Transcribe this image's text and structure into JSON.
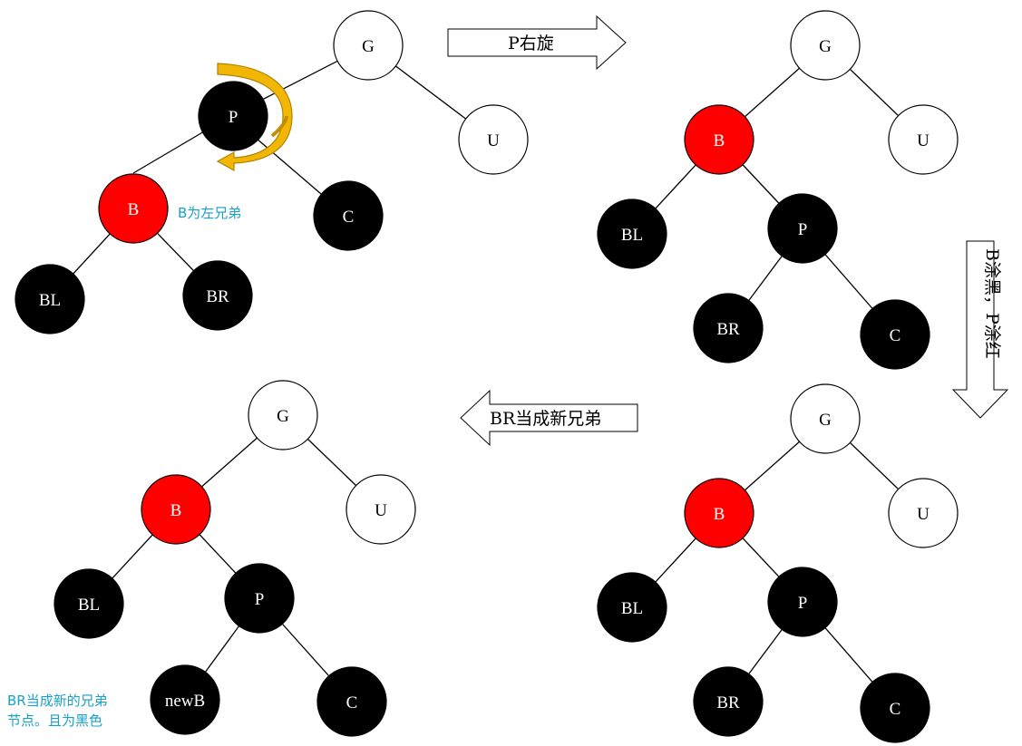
{
  "colors": {
    "red": "#ff0000",
    "black": "#000000",
    "white": "#ffffff",
    "caption": "#1aa0c8",
    "rotation_arrow": "#f2b705"
  },
  "trees": [
    {
      "id": "tree1",
      "nodes": [
        {
          "id": "G",
          "label": "G",
          "color": "white"
        },
        {
          "id": "U",
          "label": "U",
          "color": "white"
        },
        {
          "id": "P",
          "label": "P",
          "color": "black"
        },
        {
          "id": "C",
          "label": "C",
          "color": "black"
        },
        {
          "id": "B",
          "label": "B",
          "color": "red"
        },
        {
          "id": "BL",
          "label": "BL",
          "color": "black"
        },
        {
          "id": "BR",
          "label": "BR",
          "color": "black"
        }
      ],
      "caption": "B为左兄弟"
    },
    {
      "id": "tree2",
      "nodes": [
        {
          "id": "G",
          "label": "G",
          "color": "white"
        },
        {
          "id": "U",
          "label": "U",
          "color": "white"
        },
        {
          "id": "B",
          "label": "B",
          "color": "red"
        },
        {
          "id": "BL",
          "label": "BL",
          "color": "black"
        },
        {
          "id": "P",
          "label": "P",
          "color": "black"
        },
        {
          "id": "BR",
          "label": "BR",
          "color": "black"
        },
        {
          "id": "C",
          "label": "C",
          "color": "black"
        }
      ]
    },
    {
      "id": "tree3",
      "nodes": [
        {
          "id": "G",
          "label": "G",
          "color": "white"
        },
        {
          "id": "U",
          "label": "U",
          "color": "white"
        },
        {
          "id": "B",
          "label": "B",
          "color": "red"
        },
        {
          "id": "BL",
          "label": "BL",
          "color": "black"
        },
        {
          "id": "P",
          "label": "P",
          "color": "black"
        },
        {
          "id": "BR",
          "label": "BR",
          "color": "black"
        },
        {
          "id": "C",
          "label": "C",
          "color": "black"
        }
      ]
    },
    {
      "id": "tree4",
      "nodes": [
        {
          "id": "G",
          "label": "G",
          "color": "white"
        },
        {
          "id": "U",
          "label": "U",
          "color": "white"
        },
        {
          "id": "B",
          "label": "B",
          "color": "red"
        },
        {
          "id": "BL",
          "label": "BL",
          "color": "black"
        },
        {
          "id": "P",
          "label": "P",
          "color": "black"
        },
        {
          "id": "newB",
          "label": "newB",
          "color": "black"
        },
        {
          "id": "C",
          "label": "C",
          "color": "black"
        }
      ],
      "caption_lines": [
        "BR当成新的兄弟",
        "节点。且为黑色"
      ]
    }
  ],
  "arrows": {
    "rotate": "P右旋",
    "recolor": "B涂黑，P涂红",
    "new_sibling": "BR当成新兄弟"
  }
}
